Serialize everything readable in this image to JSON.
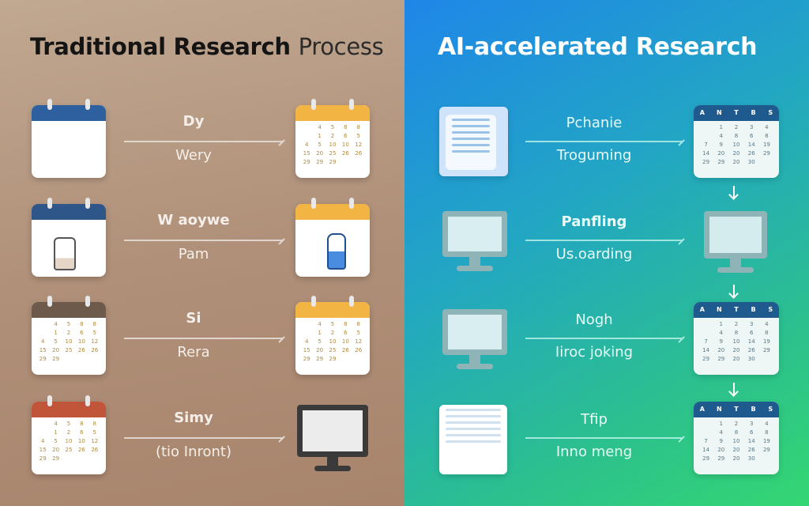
{
  "left": {
    "title_bold": "Traditional Research",
    "title_light": "Process",
    "rows": [
      {
        "top": "Dy",
        "bottom": "Wery"
      },
      {
        "top": "W aoywe",
        "bottom": "Pam"
      },
      {
        "top": "Si",
        "bottom": "Rera"
      },
      {
        "top": "Simy",
        "bottom": "(tio Inront)"
      }
    ],
    "header_colors": [
      "#2e5f9e",
      "#2e5688",
      "#6e5a4a",
      "#c0553a"
    ],
    "target_color": "#f2b544",
    "days": [
      "",
      "4",
      "5",
      "8",
      "8",
      "",
      "1",
      "2",
      "6",
      "5",
      "4",
      "5",
      "10",
      "10",
      "12",
      "15",
      "20",
      "25",
      "26",
      "26",
      "29",
      "29",
      "29",
      "",
      ""
    ]
  },
  "right": {
    "title": "AI-accelerated Research",
    "rows": [
      {
        "top": "Pchanie",
        "bottom": "Troguming"
      },
      {
        "top": "Panfling",
        "bottom": "Us.oarding"
      },
      {
        "top": "Nogh",
        "bottom": "Iiroc joking"
      },
      {
        "top": "Tfip",
        "bottom": "Inno meng"
      }
    ],
    "weekdays": [
      "A",
      "N",
      "T",
      "B",
      "S"
    ],
    "days": [
      "",
      "1",
      "2",
      "3",
      "4",
      "",
      "4",
      "8",
      "6",
      "8",
      "7",
      "9",
      "10",
      "14",
      "19",
      "14",
      "20",
      "20",
      "26",
      "29",
      "29",
      "29",
      "20",
      "30",
      ""
    ]
  },
  "icons": [
    "calendar-icon",
    "monitor-icon",
    "document-icon",
    "flask-icon"
  ]
}
